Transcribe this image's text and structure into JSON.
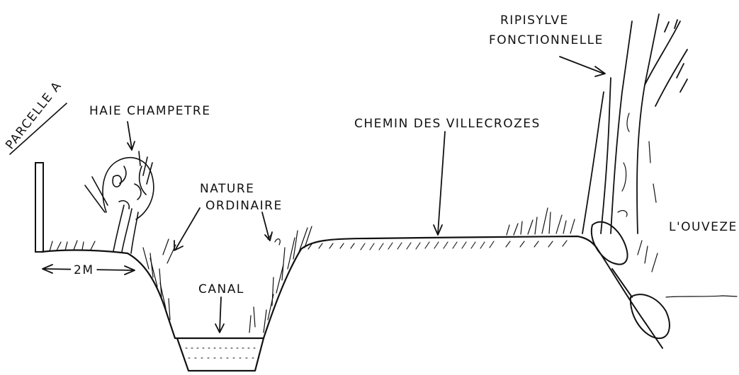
{
  "labels": {
    "parcelle": "PARCELLE A",
    "haie": "HAIE CHAMPETRE",
    "nature_line1": "NATURE",
    "nature_line2": "ORDINAIRE",
    "chemin": "CHEMIN DES VILLECROZES",
    "ripisylve_line1": "RIPISYLVE",
    "ripisylve_line2": "FONCTIONNELLE",
    "ouveze": "L'OUVEZE",
    "canal": "CANAL",
    "distance": "2M"
  },
  "colors": {
    "ink": "#111111",
    "paper": "#ffffff"
  }
}
